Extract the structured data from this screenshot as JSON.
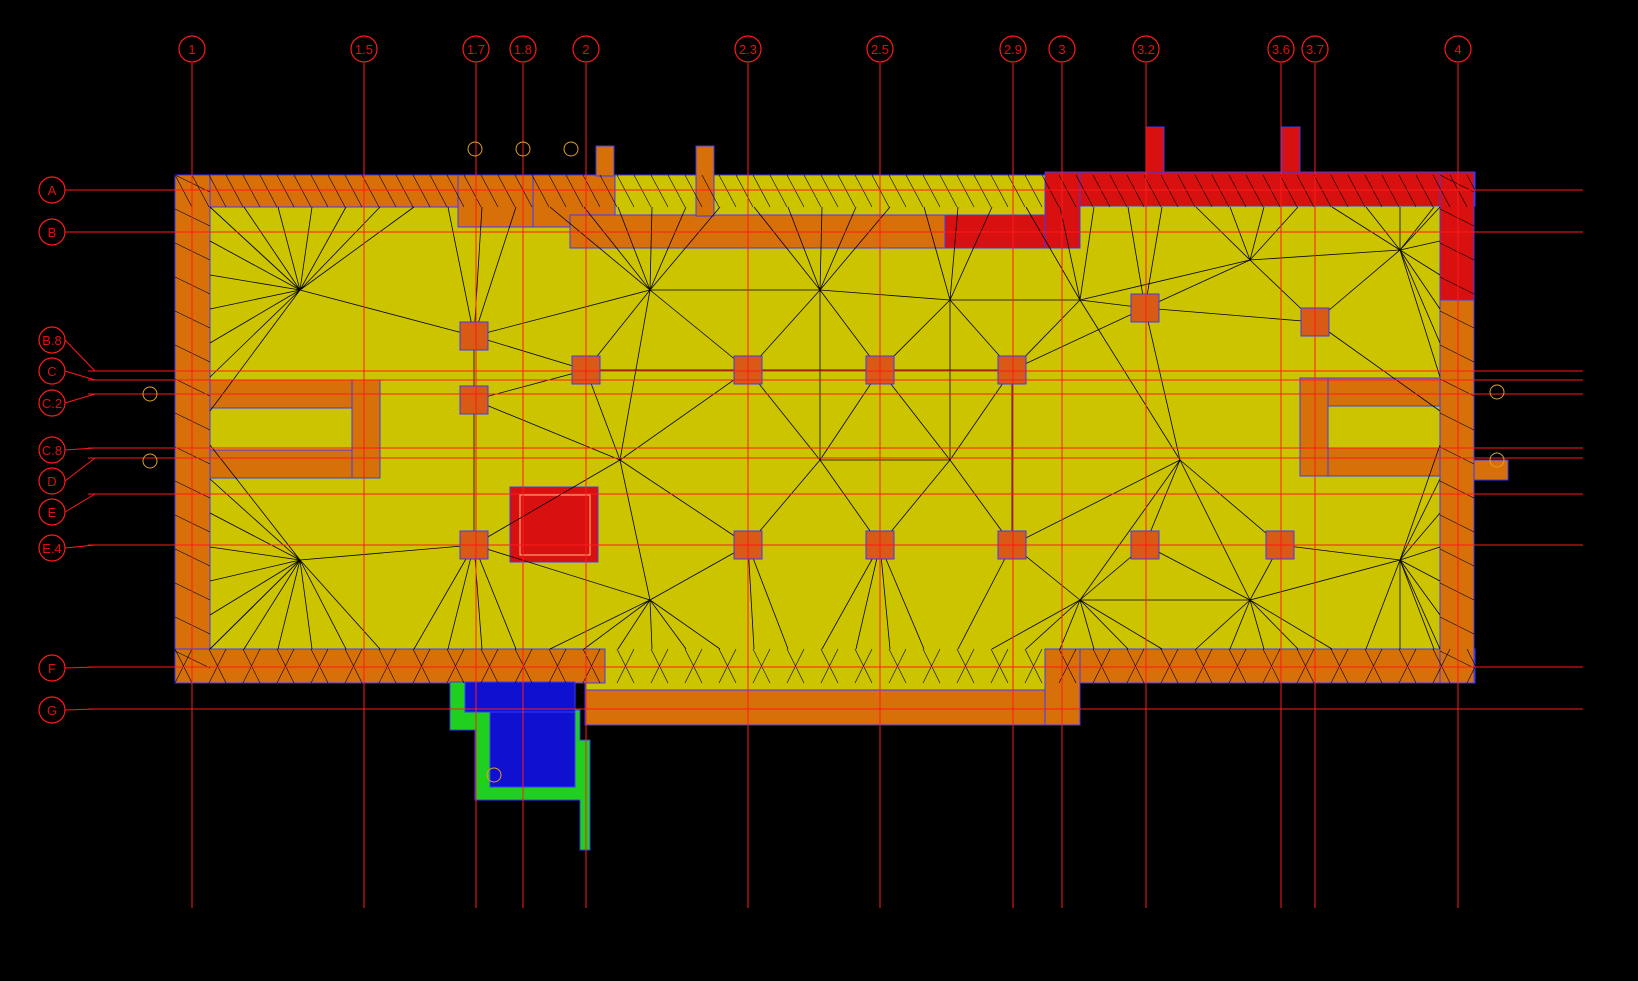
{
  "colors": {
    "background": "#000000",
    "grid": "#ff1a1a",
    "slab": "#cdc400",
    "wall": "#d8700a",
    "wall_red": "#d81010",
    "stair_blue": "#1010d0",
    "stair_green": "#20d020",
    "column": "#d85a14",
    "mesh": "#000000",
    "outline": "#3a3aff",
    "small_circle": "#e0a020"
  },
  "grid": {
    "columns": [
      "1",
      "1.5",
      "1.7",
      "1.8",
      "2",
      "2.3",
      "2.5",
      "2.9",
      "3",
      "3.2",
      "3.6",
      "3.7",
      "4"
    ],
    "rows": [
      "A",
      "B",
      "B.8",
      "C",
      "C.2",
      "C.8",
      "D",
      "E",
      "E.4",
      "F",
      "G"
    ]
  }
}
